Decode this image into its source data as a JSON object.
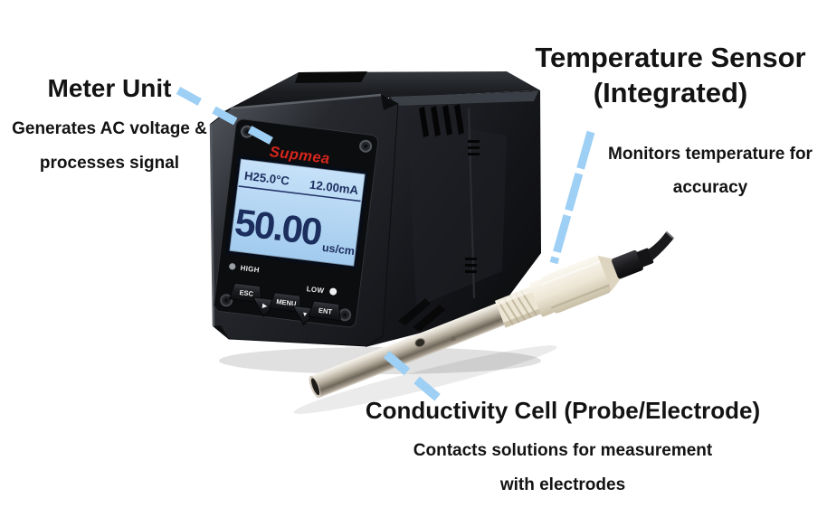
{
  "annotations": {
    "meter": {
      "title": "Meter Unit",
      "desc1": "Generates AC voltage &",
      "desc2": "processes signal"
    },
    "temperature": {
      "title1": "Temperature Sensor",
      "title2": "(Integrated)",
      "desc1": "Monitors temperature for",
      "desc2": "accuracy"
    },
    "cell": {
      "title": "Conductivity Cell (Probe/Electrode)",
      "desc1": "Contacts solutions for measurement",
      "desc2": "with electrodes"
    }
  },
  "device": {
    "brand": "Supmea",
    "lcd": {
      "temperature": "H25.0°C",
      "current": "12.00mA",
      "value": "50.00",
      "unit": "us/cm"
    },
    "indicators": {
      "high": "HIGH",
      "low": "LOW"
    },
    "buttons": {
      "esc": "ESC",
      "menu": "MENU",
      "ent": "ENT"
    },
    "icons": {
      "right_arrow": "▶",
      "down_arrow": "▼"
    }
  },
  "colors": {
    "annotation_line": "#9ecff4",
    "label_text": "#131313",
    "brand_red": "#d8261c",
    "lcd_bg": "#b5d8f3",
    "lcd_text": "#1c2e5e",
    "device_body": "#17181b",
    "probe_steel": "#b3aa9b",
    "probe_plastic": "#ece4d2"
  }
}
